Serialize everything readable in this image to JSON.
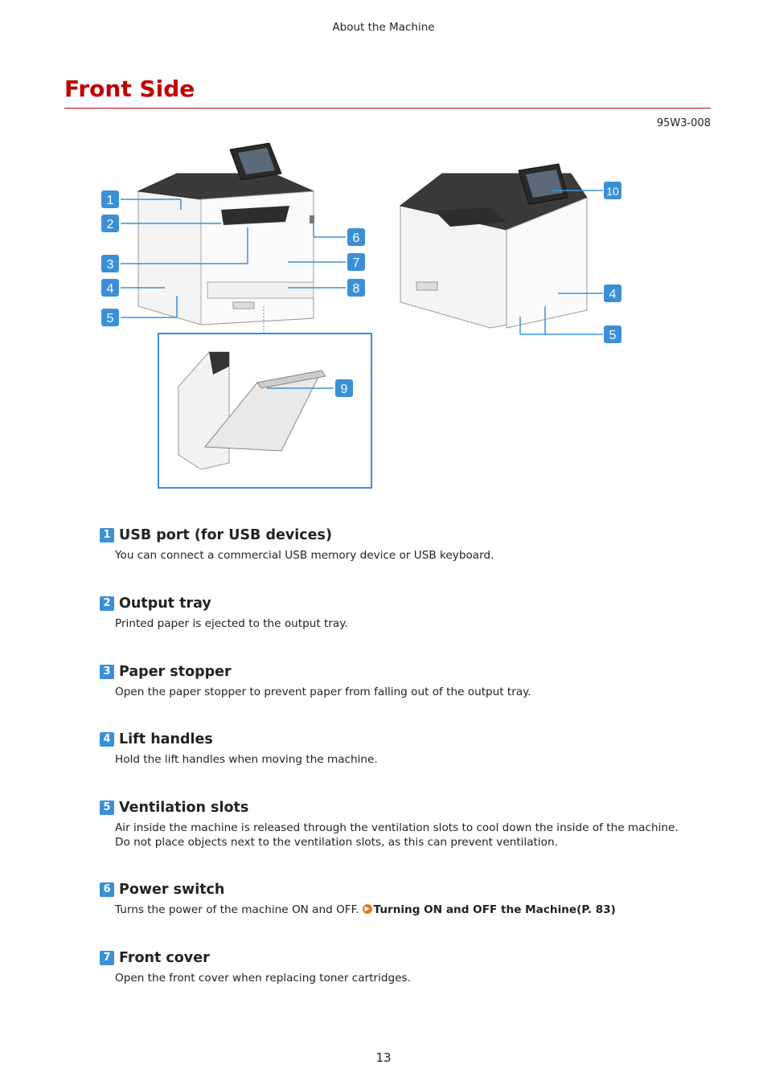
{
  "header": {
    "text": "About the Machine"
  },
  "title": "Front Side",
  "doc_id": "95W3-008",
  "figure": {
    "callouts": [
      "1",
      "2",
      "3",
      "4",
      "5",
      "6",
      "7",
      "8",
      "9",
      "10",
      "4",
      "5"
    ],
    "colors": {
      "callout": "#3a8fd6",
      "device_body": "#f3f3f3",
      "device_top": "#3a3a3a",
      "outline": "#9a9a9a"
    }
  },
  "items": [
    {
      "num": "1",
      "title": "USB port (for USB devices)",
      "desc": [
        "You can connect a commercial USB memory device or USB keyboard."
      ]
    },
    {
      "num": "2",
      "title": "Output tray",
      "desc": [
        "Printed paper is ejected to the output tray."
      ]
    },
    {
      "num": "3",
      "title": "Paper stopper",
      "desc": [
        "Open the paper stopper to prevent paper from falling out of the output tray."
      ]
    },
    {
      "num": "4",
      "title": "Lift handles",
      "desc": [
        "Hold the lift handles when moving the machine."
      ]
    },
    {
      "num": "5",
      "title": "Ventilation slots",
      "desc": [
        "Air inside the machine is released through the ventilation slots to cool down the inside of the machine.",
        "Do not place objects next to the ventilation slots, as this can prevent ventilation."
      ]
    },
    {
      "num": "6",
      "title": "Power switch",
      "desc": [
        "Turns the power of the machine ON and OFF."
      ],
      "link": "Turning ON and OFF the Machine(P. 83)"
    },
    {
      "num": "7",
      "title": "Front cover",
      "desc": [
        "Open the front cover when replacing toner cartridges."
      ]
    }
  ],
  "page_number": "13",
  "colors": {
    "title": "#c00000",
    "accent": "#3a8fd6",
    "link_icon": "#e07a1f"
  }
}
